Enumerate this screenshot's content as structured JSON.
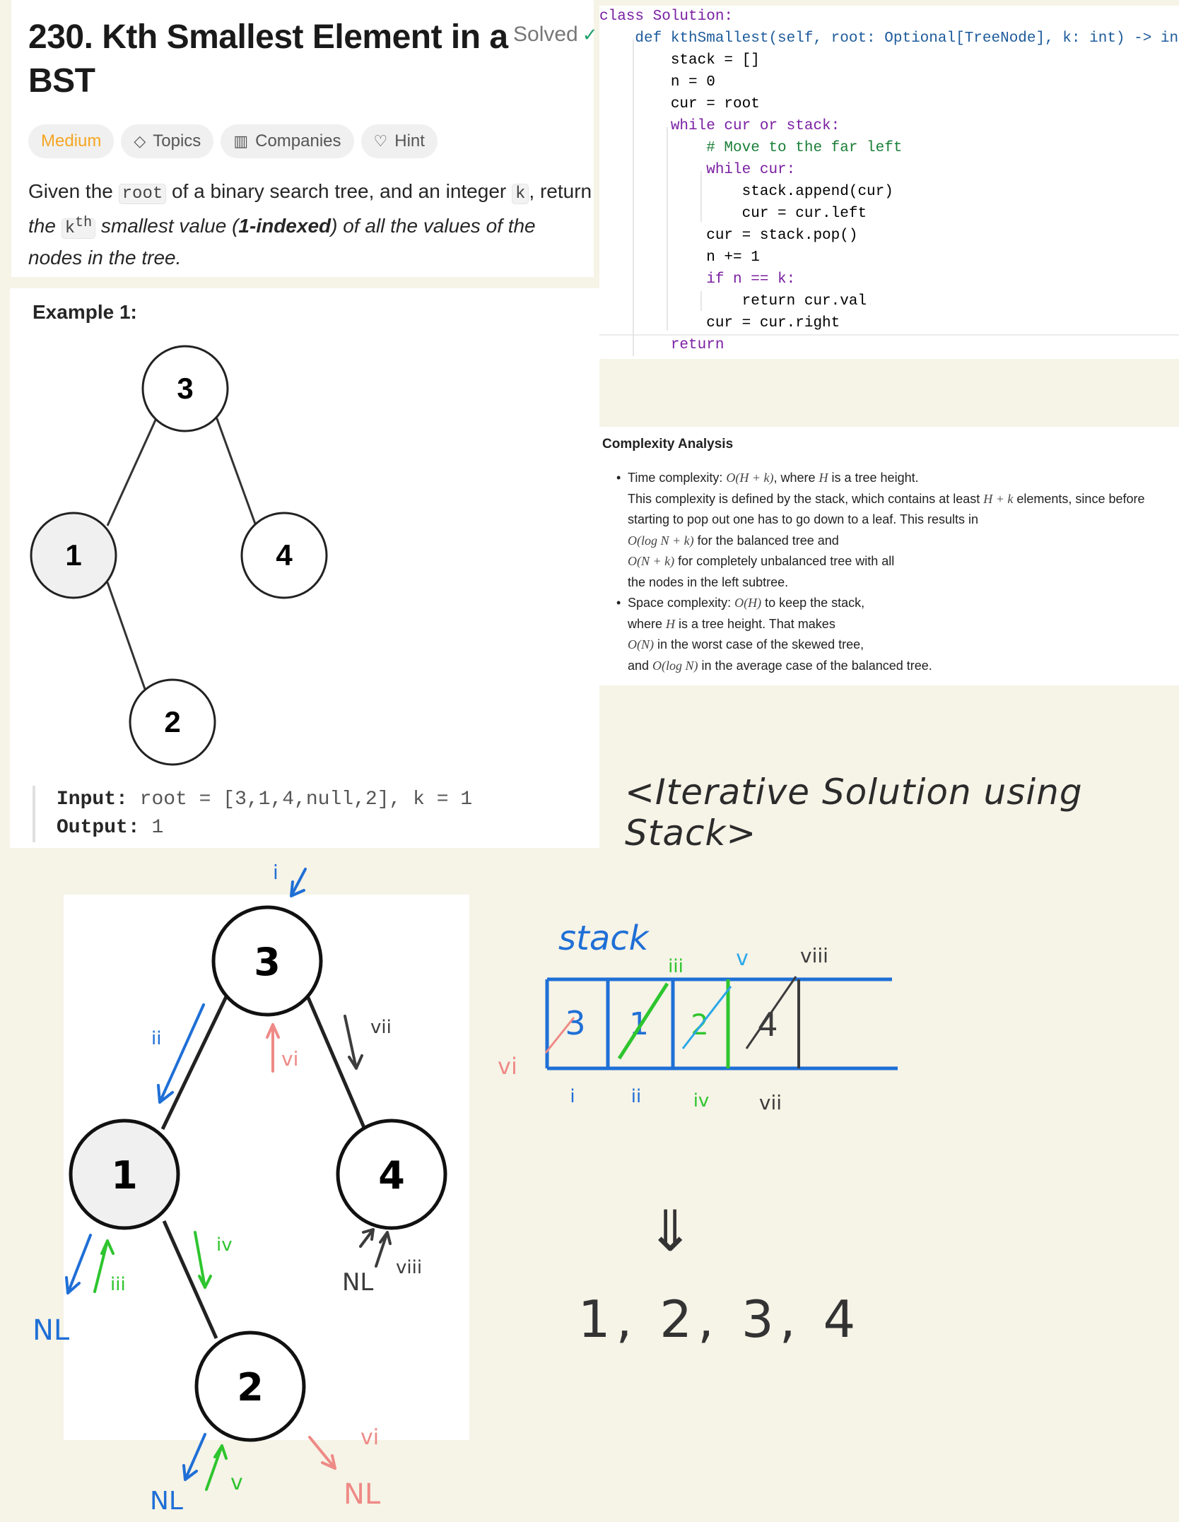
{
  "problem": {
    "title": "230. Kth Smallest Element in a BST",
    "solved_label": "Solved",
    "chips": {
      "difficulty": "Medium",
      "topics": "Topics",
      "companies": "Companies",
      "hint": "Hint"
    },
    "desc": {
      "p1": "Given the ",
      "root_code": "root",
      "p2": " of a binary search tree, and an integer ",
      "k_code": "k",
      "p3": ", return ",
      "i1": "the ",
      "kth_code": "k",
      "kth_sup": "th",
      "i2": " smallest value (",
      "bold": "1-indexed",
      "i3": ") of all the values of the nodes in the tree."
    }
  },
  "example": {
    "title": "Example 1:",
    "nodes": {
      "root": "3",
      "left": "1",
      "right": "4",
      "left_right": "2"
    },
    "input_label": "Input:",
    "input_value": "root = [3,1,4,null,2], k = 1",
    "output_label": "Output:",
    "output_value": "1"
  },
  "code": {
    "lines": [
      "class Solution:",
      "    def kthSmallest(self, root: Optional[TreeNode], k: int) -> int:",
      "        stack = []",
      "        n = 0",
      "        cur = root",
      "        while cur or stack:",
      "            # Move to the far left",
      "            while cur:",
      "                stack.append(cur)",
      "                cur = cur.left",
      "            cur = stack.pop()",
      "            n += 1",
      "            if n == k:",
      "                return cur.val",
      "            cur = cur.right",
      "        return"
    ]
  },
  "complexity": {
    "title": "Complexity Analysis",
    "time_label": "Time complexity: ",
    "time_math": "O(H + k)",
    "time_where": ", where ",
    "time_h": "H",
    "time_rest": " is a tree height.",
    "time_l2": "This complexity is defined by the stack, which contains at least ",
    "time_l2_math": "H + k",
    "time_l2_rest": " elements, since before",
    "time_l3": "starting to pop out one has to go down to a leaf. This results in",
    "time_l4_math": "O(log N + k)",
    "time_l4_rest": " for the balanced tree and",
    "time_l5_math": "O(N + k)",
    "time_l5_rest": " for completely unbalanced tree with all",
    "time_l6": "the nodes in the left subtree.",
    "space_label": "Space complexity: ",
    "space_math": "O(H)",
    "space_rest": " to keep the stack,",
    "space_l2a": "where ",
    "space_l2_h": "H",
    "space_l2b": " is a tree height. That makes",
    "space_l3_math": "O(N)",
    "space_l3_rest": " in the worst case of the skewed tree,",
    "space_l4a": "and ",
    "space_l4_math": "O(log N)",
    "space_l4_rest": " in the average case of the balanced tree."
  },
  "notes": {
    "heading": "<Iterative Solution using Stack>",
    "stack_label": "stack",
    "stack_cells": [
      "3",
      "1",
      "2",
      "4"
    ],
    "sequence": "1, 2, 3, 4",
    "down_arrow": "⇓",
    "null_label": "NL",
    "marks": {
      "i": "i",
      "ii": "ii",
      "iii": "iii",
      "iv": "iv",
      "v": "v",
      "vi": "vi",
      "vii": "vii",
      "viii": "viii"
    }
  },
  "colors": {
    "blue": "#1f6fd6",
    "green": "#2ec52e",
    "pink": "#ee8a86",
    "gray": "#3c3c3c",
    "cyan": "#2aa8e8",
    "medium": "#f5a623"
  }
}
